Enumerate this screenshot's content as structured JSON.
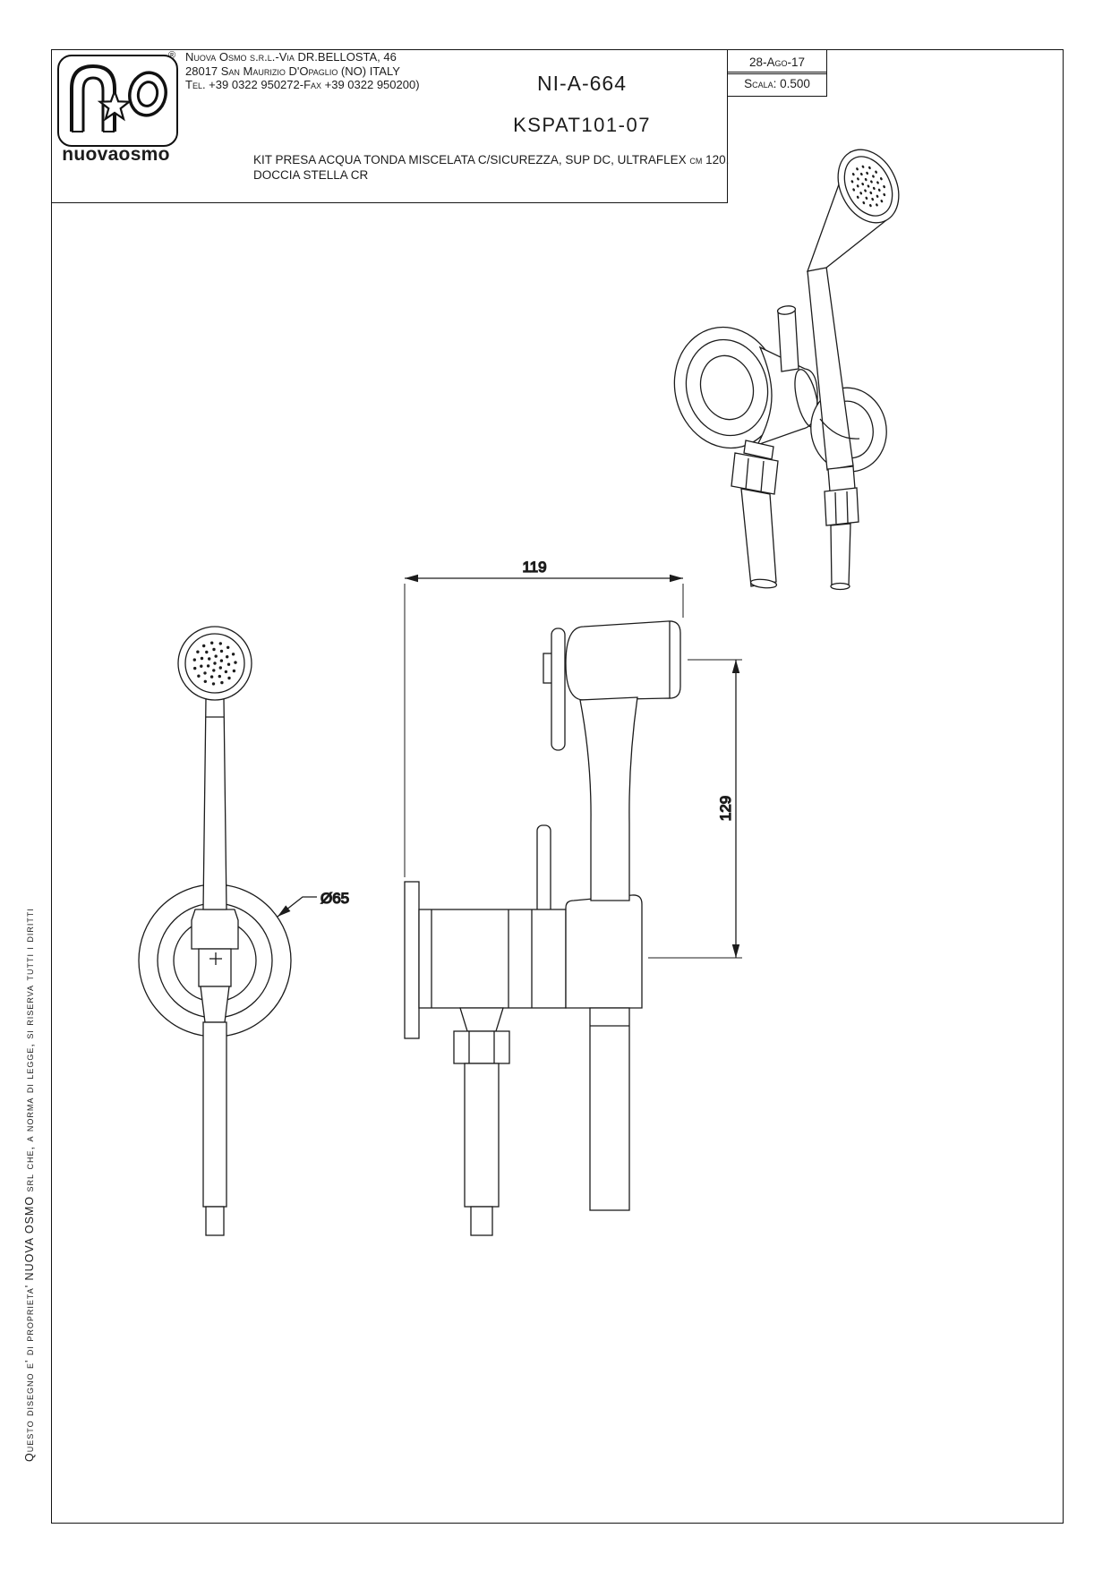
{
  "title_block": {
    "logo": {
      "name": "nuovaosmo",
      "registered_mark": "®"
    },
    "address_line1": "Nuova Osmo s.r.l.-Via DR.BELLOSTA, 46",
    "address_line2": "28017 San Maurizio D'Opaglio (NO) ITALY",
    "address_line3": "Tel. +39 0322 950272-Fax +39 0322 950200)",
    "drawing_number": "NI-A-664",
    "product_code": "KSPAT101-07",
    "description_line1": "KIT PRESA ACQUA TONDA MISCELATA C/SICUREZZA, SUP DC, ULTRAFLEX cm 120,",
    "description_line2": "DOCCIA STELLA CR",
    "date": "28-Ago-17",
    "scale": "Scala: 0.500"
  },
  "ownership_note": "Questo disegno e' di proprieta' NUOVA OSMO srl che, a norma di legge, si riserva tutti i diritti",
  "dimensions": {
    "width_mm": "119",
    "height_mm": "129",
    "flange_diameter": "Ø65"
  }
}
